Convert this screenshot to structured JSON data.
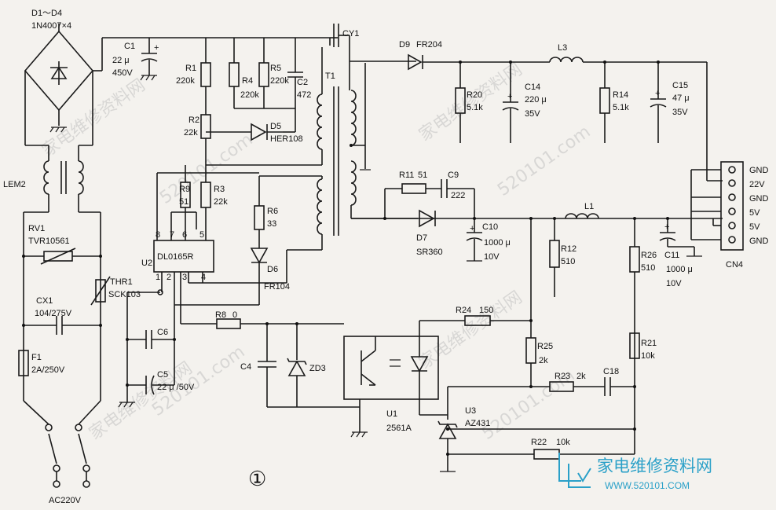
{
  "labels": {
    "d1d4": "D1～D4",
    "d1d4_part": "1N4007×4",
    "c1": "C1",
    "c1_val1": "22 μ",
    "c1_val2": "450V",
    "r1": "R1",
    "r1_val": "220k",
    "r4": "R4",
    "r4_val": "220k",
    "r5": "R5",
    "r5_val": "220k",
    "c2": "C2",
    "c2_val": "472",
    "cy1": "CY1",
    "t1": "T1",
    "r2": "R2",
    "r2_val": "22k",
    "d5": "D5",
    "d5_part": "HER108",
    "d9": "D9",
    "d9_part": "FR204",
    "l3": "L3",
    "r20": "R20",
    "r20_val": "5.1k",
    "c14": "C14",
    "c14_val1": "220 μ",
    "c14_val2": "35V",
    "r14": "R14",
    "r14_val": "5.1k",
    "c15": "C15",
    "c15_val1": "47 μ",
    "c15_val2": "35V",
    "lem2": "LEM2",
    "r9": "R9",
    "r9_val": "51",
    "r3": "R3",
    "r3_val": "22k",
    "r6": "R6",
    "r6_val": "33",
    "r11": "R11",
    "r11_val": "51",
    "c9": "C9",
    "c9_val": "222",
    "d7": "D7",
    "d7_part": "SR360",
    "c10": "C10",
    "c10_val1": "1000 μ",
    "c10_val2": "10V",
    "l1": "L1",
    "r12": "R12",
    "r12_val": "510",
    "r26": "R26",
    "r26_val": "510",
    "c11": "C11",
    "c11_val1": "1000 μ",
    "c11_val2": "10V",
    "cn4": "CN4",
    "rv1": "RV1",
    "rv1_part": "TVR10561",
    "u2": "U2",
    "u2_part": "DL0165R",
    "d6": "D6",
    "d6_part": "FR104",
    "thr1": "THR1",
    "thr1_part": "SCK103",
    "cx1": "CX1",
    "cx1_val": "104/275V",
    "c6": "C6",
    "r8": "R8",
    "r8_val": "0",
    "r24": "R24",
    "r24_val": "150",
    "r25": "R25",
    "r25_val": "2k",
    "r21": "R21",
    "r21_val": "10k",
    "c4": "C4",
    "zd3": "ZD3",
    "f1": "F1",
    "f1_val": "2A/250V",
    "c5": "C5",
    "c5_val": "22 μ /50V",
    "r23": "R23",
    "r23_val": "2k",
    "c18": "C18",
    "u1": "U1",
    "u1_part": "2561A",
    "u3": "U3",
    "u3_part": "AZ431",
    "r22": "R22",
    "r22_val": "10k",
    "ac": "AC220V",
    "fig": "①",
    "pin1": "1",
    "pin2": "2",
    "pin3": "3",
    "pin4": "4",
    "pin5": "5",
    "pin6": "6",
    "pin7": "7",
    "pin8": "8",
    "plus": "+"
  },
  "connector_pins": [
    "GND",
    "22V",
    "GND",
    "5V",
    "5V",
    "GND"
  ],
  "watermark": {
    "text_cn": "家电维修资料网",
    "text_num": "520101.com"
  },
  "logo": {
    "name": "家电维修资料网",
    "url": "WWW.520101.COM"
  }
}
